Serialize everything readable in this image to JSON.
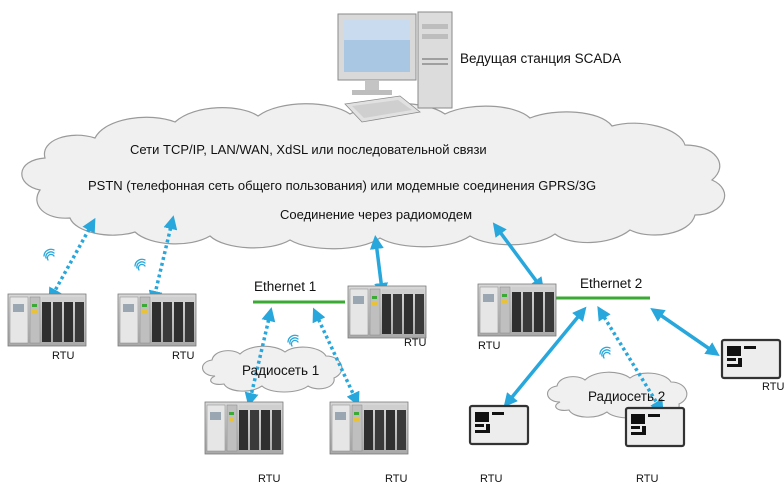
{
  "scada_label": "Ведущая станция SCADA",
  "cloud_lines": [
    "Сети TCP/IP, LAN/WAN, XdSL или последовательной связи",
    "PSTN (телефонная сеть общего пользования) или модемные соединения GPRS/3G",
    "Соединение через радиомодем"
  ],
  "ethernet_1": "Ethernet 1",
  "ethernet_2": "Ethernet 2",
  "radio_net_1": "Радиосеть 1",
  "radio_net_2": "Радиосеть 2",
  "rtu_label": "RTU",
  "colors": {
    "link_cyan": "#27a7dc",
    "ethernet_green": "#3aaa35",
    "cloud_fill": "#f0f0f0",
    "cloud_stroke": "#9a9a9a"
  }
}
